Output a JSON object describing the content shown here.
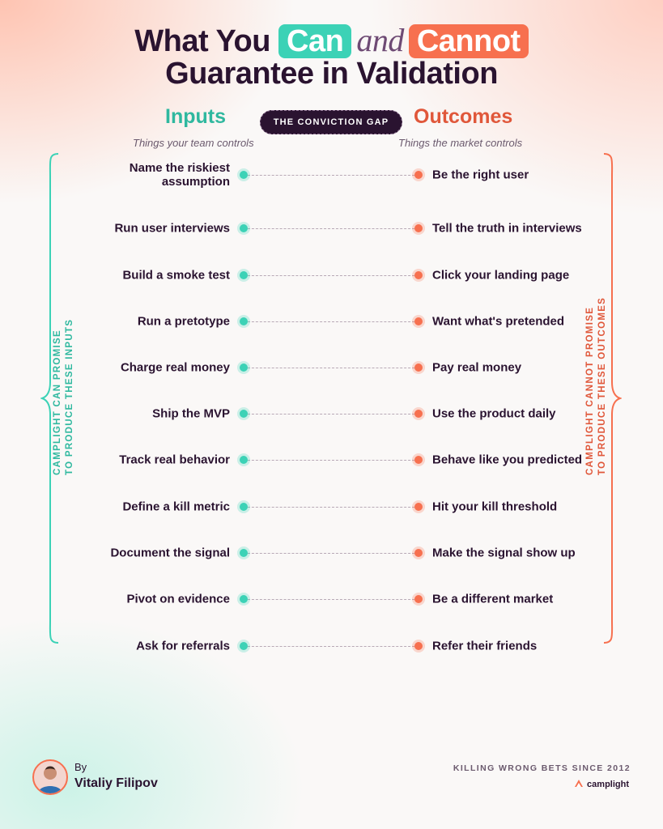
{
  "title": {
    "line1_a": "What You",
    "can": "Can",
    "and": "and",
    "cannot": "Cannot",
    "line2": "Guarantee in Validation"
  },
  "inputs": {
    "heading": "Inputs",
    "subtitle": "Things your team controls"
  },
  "outcomes": {
    "heading": "Outcomes",
    "subtitle": "Things the market controls"
  },
  "gap_label": "THE CONVICTION GAP",
  "rows": [
    {
      "input": "Name the riskiest assumption",
      "outcome": "Be the right user"
    },
    {
      "input": "Run user interviews",
      "outcome": "Tell the truth in interviews"
    },
    {
      "input": "Build a smoke test",
      "outcome": "Click your landing page"
    },
    {
      "input": "Run a pretotype",
      "outcome": "Want what's pretended"
    },
    {
      "input": "Charge real money",
      "outcome": "Pay real money"
    },
    {
      "input": "Ship the MVP",
      "outcome": "Use the product daily"
    },
    {
      "input": "Track real behavior",
      "outcome": "Behave like you predicted"
    },
    {
      "input": "Define a kill metric",
      "outcome": "Hit your kill threshold"
    },
    {
      "input": "Document the signal",
      "outcome": "Make the signal show up"
    },
    {
      "input": "Pivot on evidence",
      "outcome": "Be a different market"
    },
    {
      "input": "Ask for referrals",
      "outcome": "Refer their friends"
    }
  ],
  "side_left": {
    "line1": "CAMPLIGHT CAN PROMISE",
    "line2": "TO PRODUCE THESE INPUTS"
  },
  "side_right": {
    "line1": "CAMPLIGHT CANNOT PROMISE",
    "line2": "TO PRODUCE THESE OUTCOMES"
  },
  "footer": {
    "by": "By",
    "author": "Vitaliy Filipov",
    "tagline": "KILLING WRONG BETS SINCE 2012",
    "brand": "camplight"
  },
  "colors": {
    "teal": "#3cd2b6",
    "coral": "#f7704f",
    "navy": "#2a1330"
  }
}
